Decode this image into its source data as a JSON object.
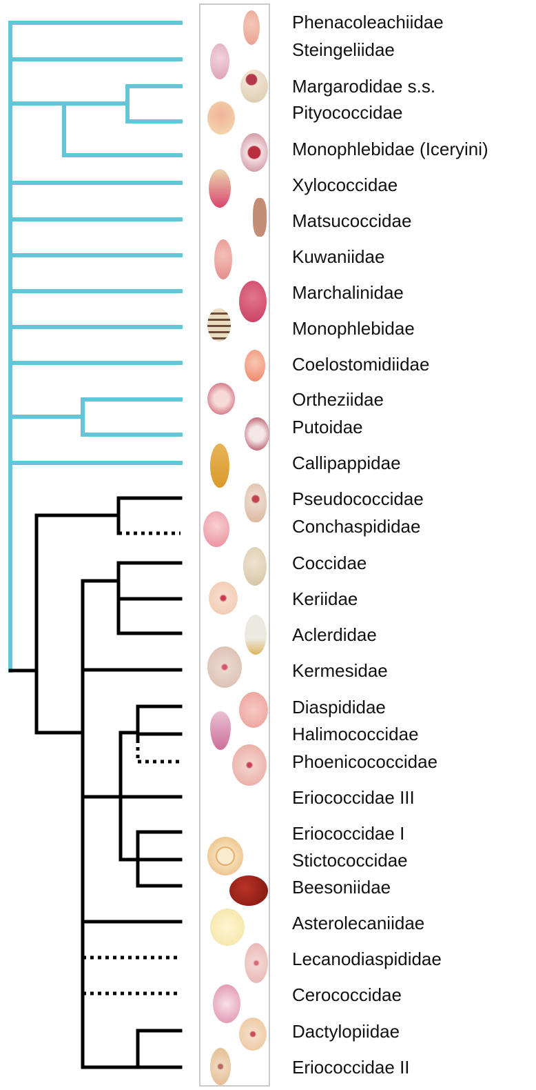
{
  "taxa": [
    "Phenacoleachiidae",
    "Steingeliidae",
    "Margarodidae s.s.",
    "Pityococcidae",
    "Monophlebidae (Iceryini)",
    "Xylococcidae",
    "Matsucoccidae",
    "Kuwaniidae",
    "Marchalinidae",
    "Monophlebidae",
    "Coelostomidiidae",
    "Ortheziidae",
    "Putoidae",
    "Callipappidae",
    "Pseudococcidae",
    "Conchaspididae",
    "Coccidae",
    "Keriidae",
    "Aclerdidae",
    "Kermesidae",
    "Diaspididae",
    "Halimococcidae",
    "Phoenicococcidae",
    "Eriococcidae III",
    "Eriococcidae I",
    "Stictococcidae",
    "Beesoniidae",
    "Asterolecaniidae",
    "Lecanodiaspididae",
    "Cerococcidae",
    "Dactylopiidae",
    "Eriococcidae II"
  ],
  "colors": {
    "archaeococcoid_branch": "#62c6d8",
    "neococcoid_branch": "#000000"
  },
  "specimen_images": "mounted scale insect specimens (decorative)"
}
